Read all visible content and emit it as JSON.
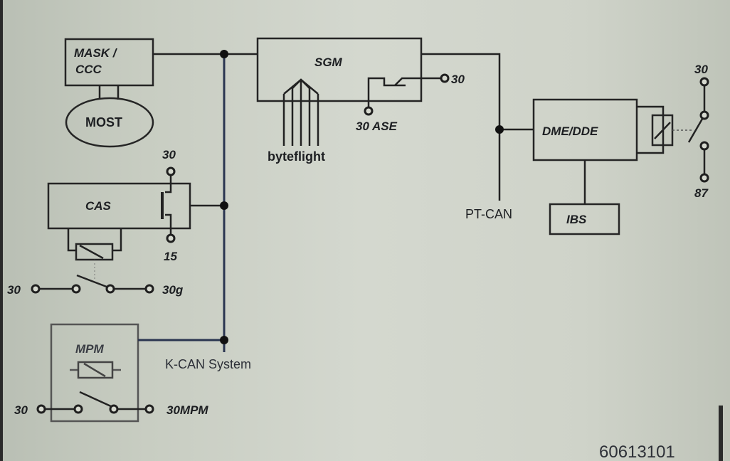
{
  "diagram": {
    "modules": {
      "mask_ccc": {
        "line1": "MASK /",
        "line2": "CCC"
      },
      "most": "MOST",
      "sgm": "SGM",
      "byteflight": "byteflight",
      "sgm_out": "30",
      "sgm_ase": "30 ASE",
      "cas": "CAS",
      "cas_top": "30",
      "cas_bottom": "15",
      "cas_switch_in": "30",
      "cas_switch_out": "30g",
      "mpm": "MPM",
      "mpm_switch_in": "30",
      "mpm_switch_out": "30MPM",
      "dme_dde": "DME/DDE",
      "ibs": "IBS",
      "relay_top": "30",
      "relay_bottom": "87"
    },
    "buses": {
      "k_can": "K-CAN System",
      "pt_can": "PT-CAN"
    },
    "figure_id": "60613101"
  }
}
